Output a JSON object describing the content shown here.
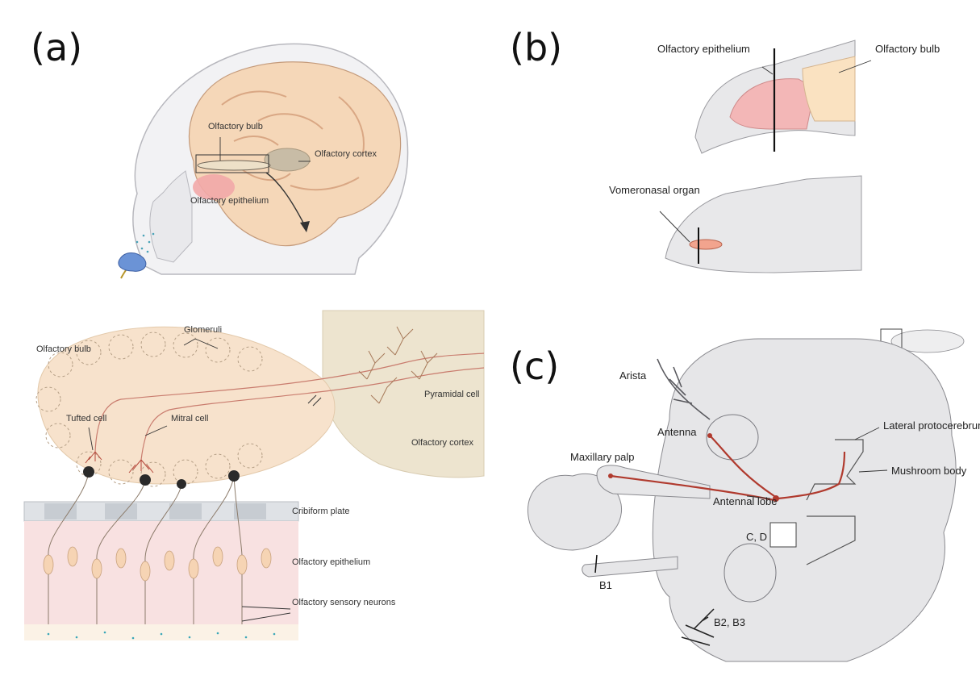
{
  "panels": {
    "a": "(a)",
    "b": "(b)",
    "c": "(c)"
  },
  "panel_a": {
    "head": {
      "olfactory_bulb": "Olfactory bulb",
      "olfactory_cortex": "Olfactory cortex",
      "olfactory_epithelium": "Olfactory epithelium"
    },
    "detail": {
      "olfactory_bulb": "Olfactory bulb",
      "glomeruli": "Glomeruli",
      "tufted_cell": "Tufted cell",
      "mitral_cell": "Mitral cell",
      "pyramidal_cell": "Pyramidal cell",
      "olfactory_cortex": "Olfactory cortex",
      "cribiform_plate": "Cribiform plate",
      "olfactory_epithelium": "Olfactory epithelium",
      "olfactory_sensory_neurons": "Olfactory sensory neurons"
    }
  },
  "panel_b": {
    "olfactory_epithelium": "Olfactory epithelium",
    "olfactory_bulb": "Olfactory bulb",
    "vomeronasal_organ": "Vomeronasal organ"
  },
  "panel_c": {
    "arista": "Arista",
    "antenna": "Antenna",
    "maxillary_palp": "Maxillary palp",
    "antennal_lobe": "Antennal lobe",
    "lateral_protocerebrum": "Lateral protocerebrum",
    "mushroom_body": "Mushroom body",
    "cd": "C, D",
    "b1": "B1",
    "b23": "B2, B3"
  },
  "colors": {
    "bulb_fill": "#f7e2cc",
    "epithelium_pink": "#f2b5b5",
    "axon_red": "#b03a2e",
    "fly_gray": "#e6e6e8",
    "outline": "#555555",
    "dot_teal": "#3aa7b8"
  }
}
